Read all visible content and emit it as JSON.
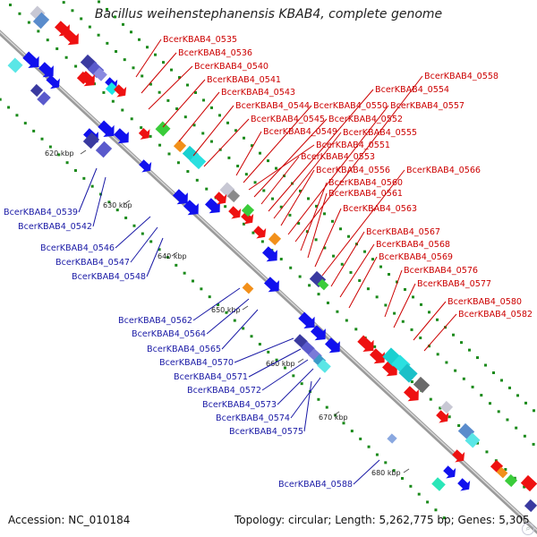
{
  "title": "Bacillus weihenstephanensis KBAB4, complete genome",
  "footer": {
    "accession": "Accession: NC_010184",
    "topology": "Topology: circular; Length: 5,262,775 bp; Genes: 5,305"
  },
  "colors": {
    "backbone": "#8a8a8a",
    "red_label": "#cc0000",
    "blue_label": "#1a1aa6",
    "forward_gene": "#ee1111",
    "reverse_gene": "#1111ee",
    "kbp_tick": "#1a8a1a"
  },
  "ticks": [
    "620 kbp",
    "630 kbp",
    "640 kbp",
    "650 kbp",
    "660 kbp",
    "670 kbp",
    "680 kbp"
  ],
  "labels_right": [
    "BcerKBAB4_0535",
    "BcerKBAB4_0536",
    "BcerKBAB4_0540",
    "BcerKBAB4_0541",
    "BcerKBAB4_0543",
    "BcerKBAB4_0544",
    "BcerKBAB4_0545",
    "BcerKBAB4_0549",
    "BcerKBAB4_0550",
    "BcerKBAB4_0551",
    "BcerKBAB4_0552",
    "BcerKBAB4_0553",
    "BcerKBAB4_0554",
    "BcerKBAB4_0555",
    "BcerKBAB4_0556",
    "BcerKBAB4_0557",
    "BcerKBAB4_0558",
    "BcerKBAB4_0560",
    "BcerKBAB4_0561",
    "BcerKBAB4_0563",
    "BcerKBAB4_0566",
    "BcerKBAB4_0567",
    "BcerKBAB4_0568",
    "BcerKBAB4_0569",
    "BcerKBAB4_0576",
    "BcerKBAB4_0577",
    "BcerKBAB4_0580",
    "BcerKBAB4_0582"
  ],
  "labels_left": [
    "BcerKBAB4_0539",
    "BcerKBAB4_0542",
    "BcerKBAB4_0546",
    "BcerKBAB4_0547",
    "BcerKBAB4_0548",
    "BcerKBAB4_0562",
    "BcerKBAB4_0564",
    "BcerKBAB4_0565",
    "BcerKBAB4_0570",
    "BcerKBAB4_0571",
    "BcerKBAB4_0572",
    "BcerKBAB4_0573",
    "BcerKBAB4_0574",
    "BcerKBAB4_0575",
    "BcerKBAB4_0588"
  ]
}
